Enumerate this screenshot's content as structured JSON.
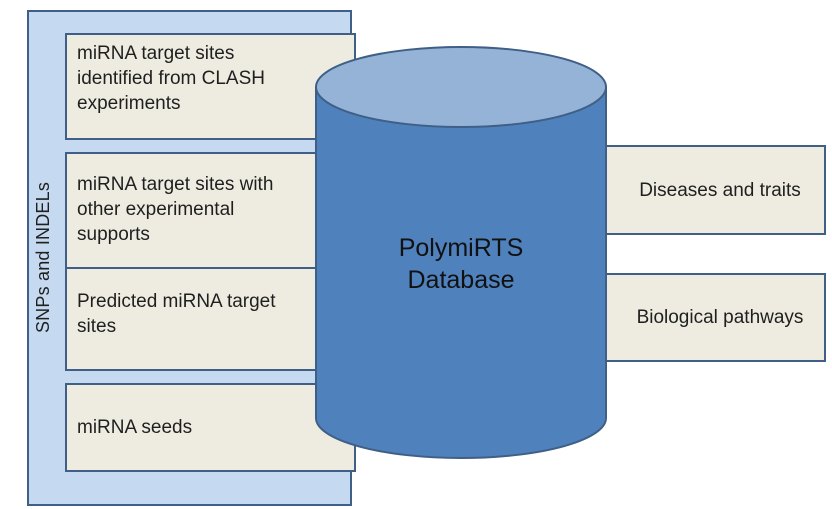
{
  "side_label": "SNPs and INDELs",
  "left_boxes": [
    {
      "text": "miRNA target sites identified from CLASH experiments"
    },
    {
      "text": "miRNA target sites with other experimental supports"
    },
    {
      "text": "Predicted miRNA target sites"
    },
    {
      "text": "miRNA seeds"
    }
  ],
  "database": {
    "line1": "PolymiRTS",
    "line2": "Database"
  },
  "right_boxes": [
    {
      "text": "Diseases and traits"
    },
    {
      "text": "Biological pathways"
    }
  ],
  "colors": {
    "panel_fill": "#c5d9f1",
    "box_fill": "#eeece1",
    "cylinder_body": "#4f81bd",
    "cylinder_top": "#95b3d7",
    "outline": "#3f5f87"
  }
}
